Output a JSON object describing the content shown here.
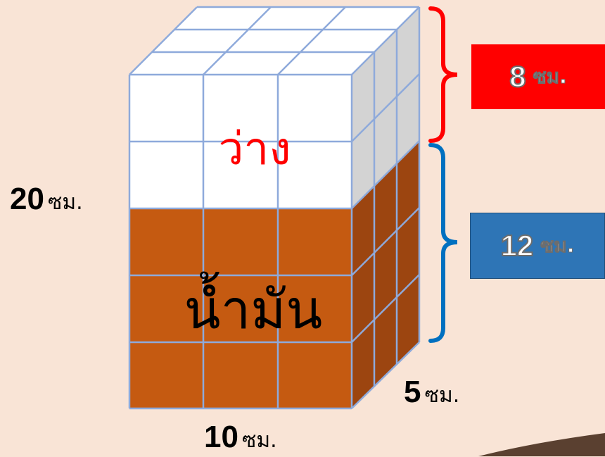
{
  "box": {
    "height_value": "20",
    "width_value": "10",
    "depth_value": "5",
    "unit": "ซม."
  },
  "regions": {
    "empty_label": "ว่าง",
    "oil_label": "น้ำมัน"
  },
  "badges": {
    "top": {
      "value": "8",
      "unit": "ซม.",
      "color": "#ff0000"
    },
    "bottom": {
      "value": "12",
      "unit": "ซม.",
      "color": "#2e75b6"
    }
  },
  "colors": {
    "background": "#f9e4d6",
    "grid_line": "#8eaadb",
    "oil_front": "#c55a11",
    "oil_side": "#9c4510",
    "empty_top": "#ffffff",
    "empty_side": "#d3d3d3",
    "brace_top": "#ff0000",
    "brace_bottom": "#0070c0",
    "empty_word": "#ff0000"
  }
}
